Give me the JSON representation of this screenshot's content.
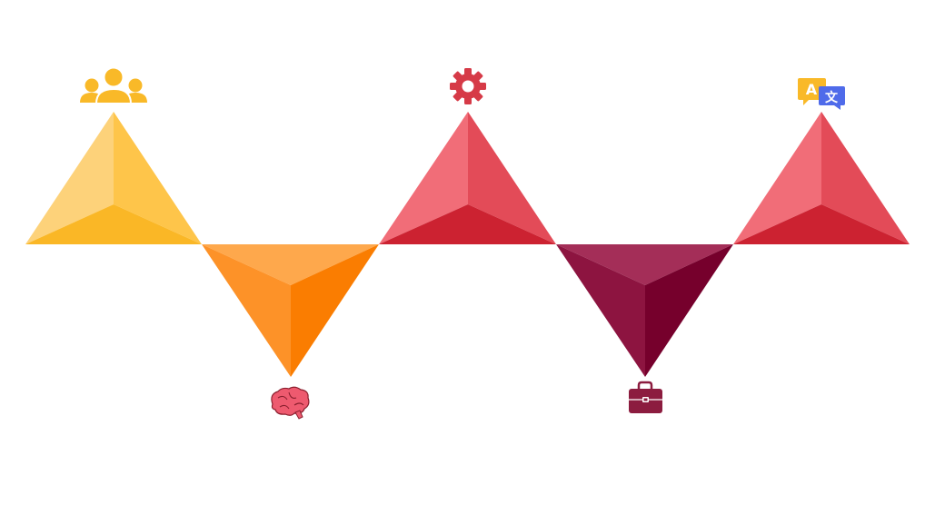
{
  "diagram": {
    "type": "pyramid-zigzag-infographic",
    "steps": [
      {
        "icon": "people-group-icon",
        "orientation": "up",
        "colors": {
          "left": "#fdd27a",
          "right": "#fec54a",
          "bottom": "#fab726"
        }
      },
      {
        "icon": "brain-icon",
        "orientation": "down",
        "colors": {
          "top": "#fea84c",
          "left": "#fd9228",
          "right": "#fa7d01"
        }
      },
      {
        "icon": "gear-icon",
        "orientation": "up",
        "colors": {
          "left": "#f16d78",
          "right": "#e34b58",
          "bottom": "#cc2231"
        }
      },
      {
        "icon": "briefcase-icon",
        "orientation": "down",
        "colors": {
          "top": "#a42e58",
          "left": "#8d1440",
          "right": "#76002c"
        }
      },
      {
        "icon": "translate-icon",
        "orientation": "up",
        "colors": {
          "left": "#f16d78",
          "right": "#e34b58",
          "bottom": "#cc2231"
        }
      }
    ],
    "icon_colors": {
      "people": "#f9b928",
      "brain": "#ee5a6f",
      "gear": "#d63a47",
      "briefcase": "#8c1c3f",
      "translate_back": "#f9b928",
      "translate_front": "#4f6bea"
    },
    "icon_text": {
      "translate_front_glyph": "A",
      "translate_back_glyph": "文"
    }
  }
}
